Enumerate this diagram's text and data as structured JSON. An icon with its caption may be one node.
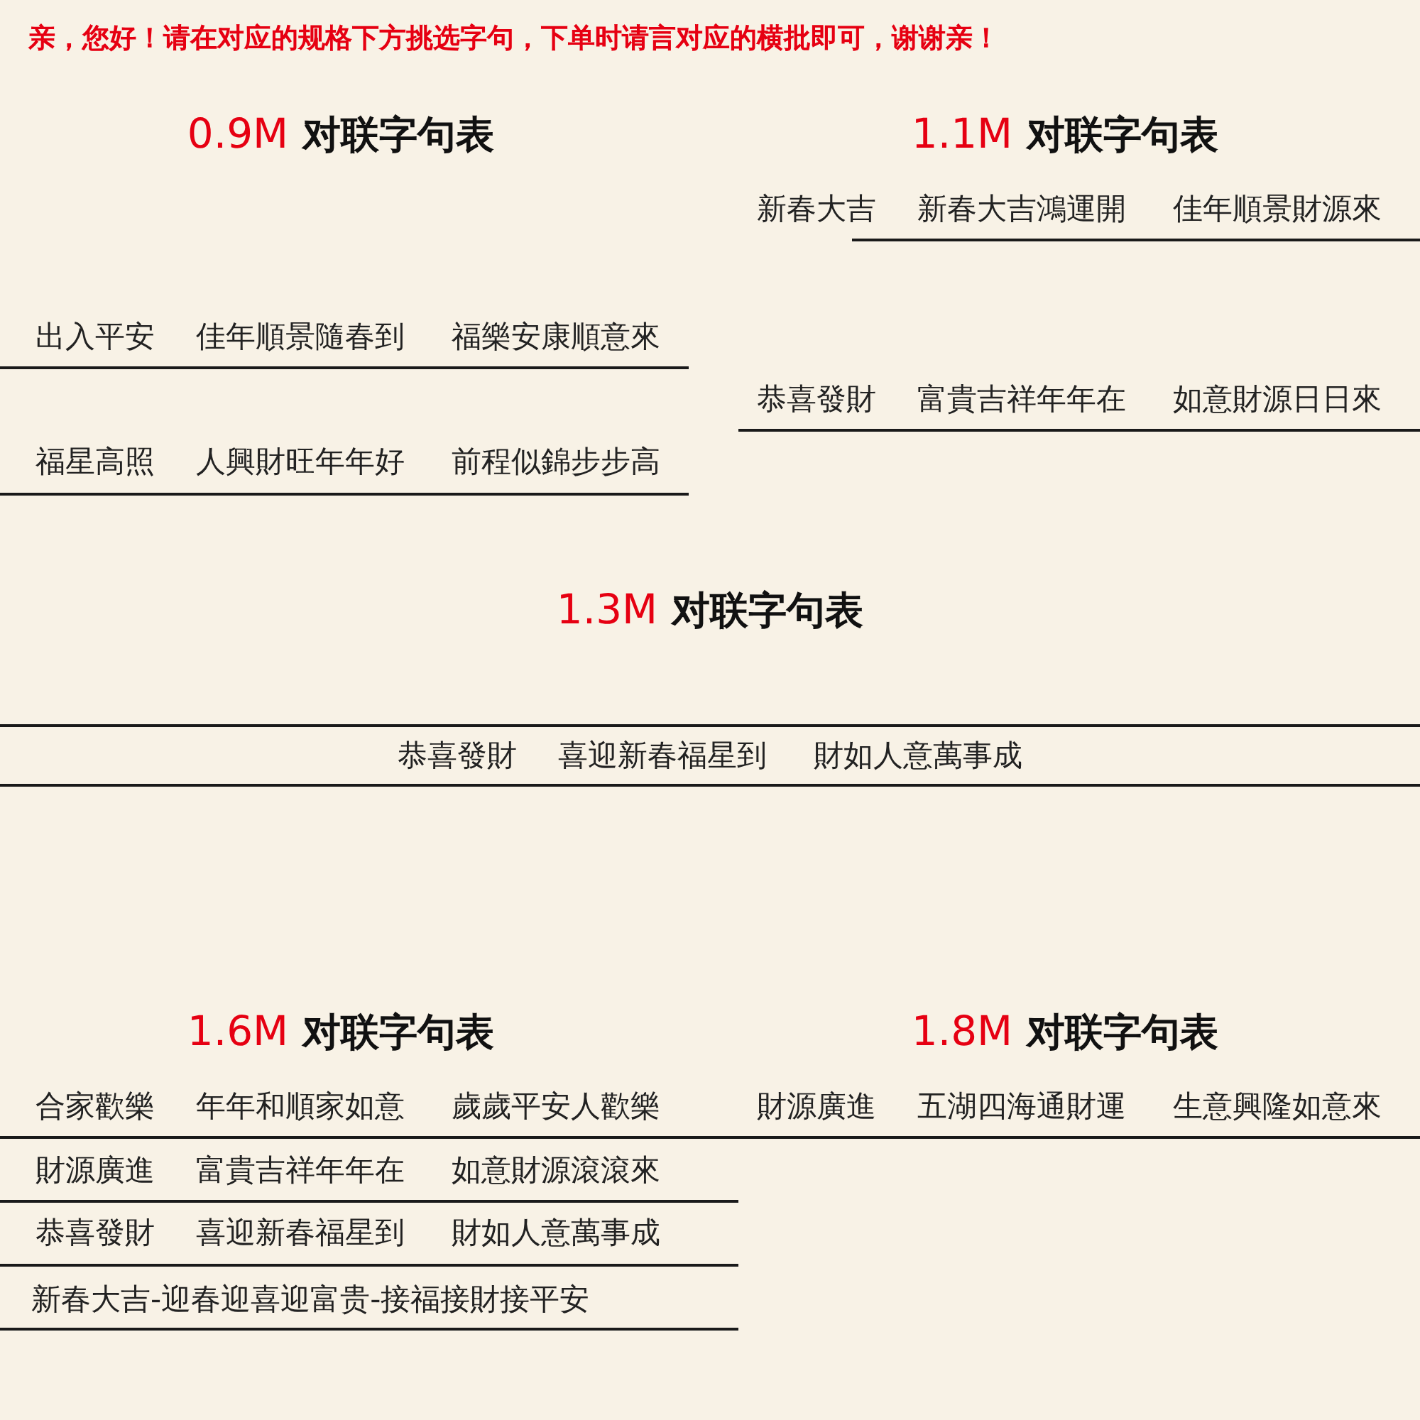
{
  "diagram": {
    "title": "亲，您好！请在对应的规格下方挑选字句，下单时请言对应的横批即可，谢谢亲！",
    "labels": [
      "0.9M",
      "对联字句表",
      "出入平安",
      "佳年順景隨春到",
      "福樂安康順意來",
      "福星高照",
      "人興財旺年年好",
      "前程似錦步步高",
      "1.1M",
      "对联字句表",
      "新春大吉",
      "新春大吉鴻運開",
      "佳年順景財源來",
      "恭喜發財",
      "富貴吉祥年年在",
      "如意財源日日來",
      "1.3M",
      "对联字句表",
      "恭喜發財",
      "喜迎新春福星到",
      "財如人意萬事成",
      "1.6M",
      "对联字句表",
      "合家歡樂",
      "年年和順家如意",
      "歲歲平安人歡樂",
      "財源廣進",
      "富貴吉祥年年在",
      "如意財源滾滾來",
      "恭喜發財",
      "喜迎新春福星到",
      "財如人意萬事成",
      "新春大吉-迎春迎喜迎富贵-接福接財接平安",
      "1.8M",
      "对联字句表",
      "財源廣進",
      "五湖四海通財運",
      "生意興隆如意來"
    ]
  }
}
